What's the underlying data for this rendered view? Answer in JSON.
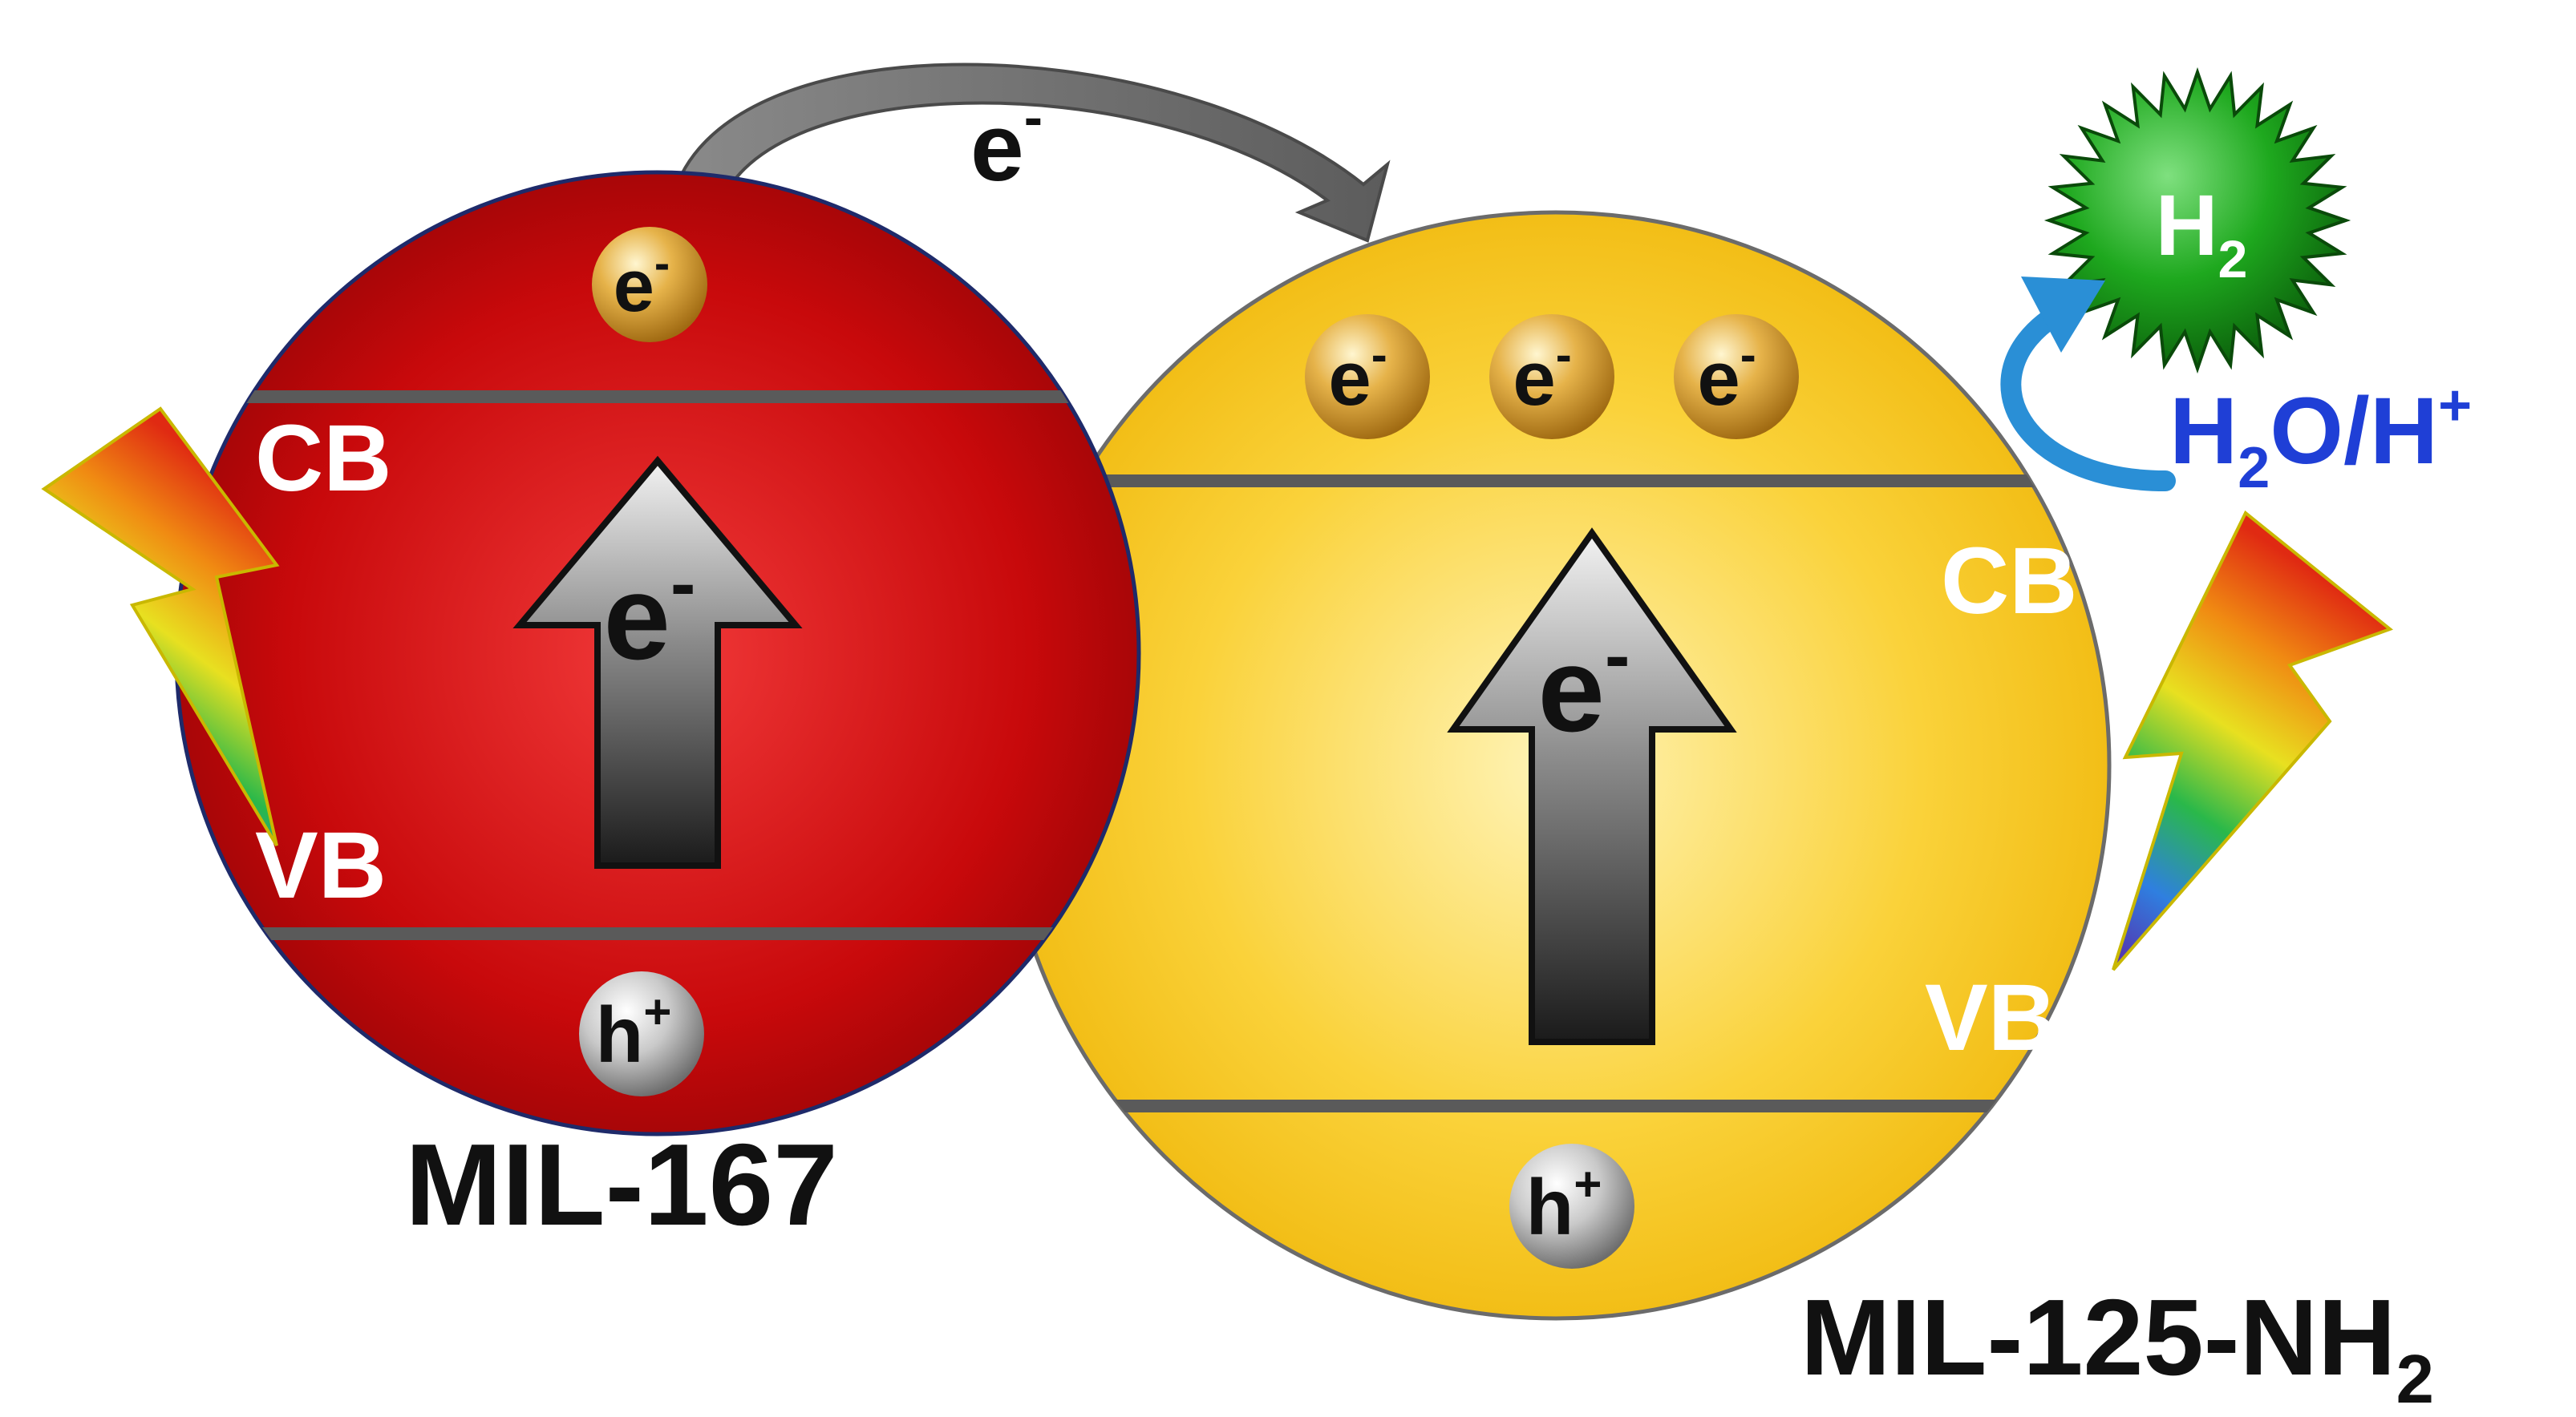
{
  "transfer": {
    "carrier": "e",
    "charge": "-"
  },
  "mil167": {
    "name": "MIL-167",
    "cb_label": "CB",
    "vb_label": "VB",
    "electron": {
      "carrier": "e",
      "charge": "-"
    },
    "hole": {
      "carrier": "h",
      "charge": "+"
    },
    "excitation": {
      "carrier": "e",
      "charge": "-"
    }
  },
  "mil125": {
    "name_main": "MIL-125-NH",
    "name_sub": "2",
    "cb_label": "CB",
    "vb_label": "VB",
    "electrons": [
      {
        "carrier": "e",
        "charge": "-"
      },
      {
        "carrier": "e",
        "charge": "-"
      },
      {
        "carrier": "e",
        "charge": "-"
      }
    ],
    "hole": {
      "carrier": "h",
      "charge": "+"
    },
    "excitation": {
      "carrier": "e",
      "charge": "-"
    }
  },
  "reaction": {
    "product_main": "H",
    "product_sub": "2",
    "reactant_a": "H",
    "reactant_sub": "2",
    "reactant_b": "O/H",
    "reactant_sup": "+"
  },
  "colors": {
    "mil167_fill": "#c40a0a",
    "mil125_fill": "#f7c51c",
    "band_line": "#5a5a5a",
    "h2_star": "#1a9a1a",
    "reaction_text": "#1f3fd6",
    "reaction_arrow": "#2a8fd6"
  }
}
